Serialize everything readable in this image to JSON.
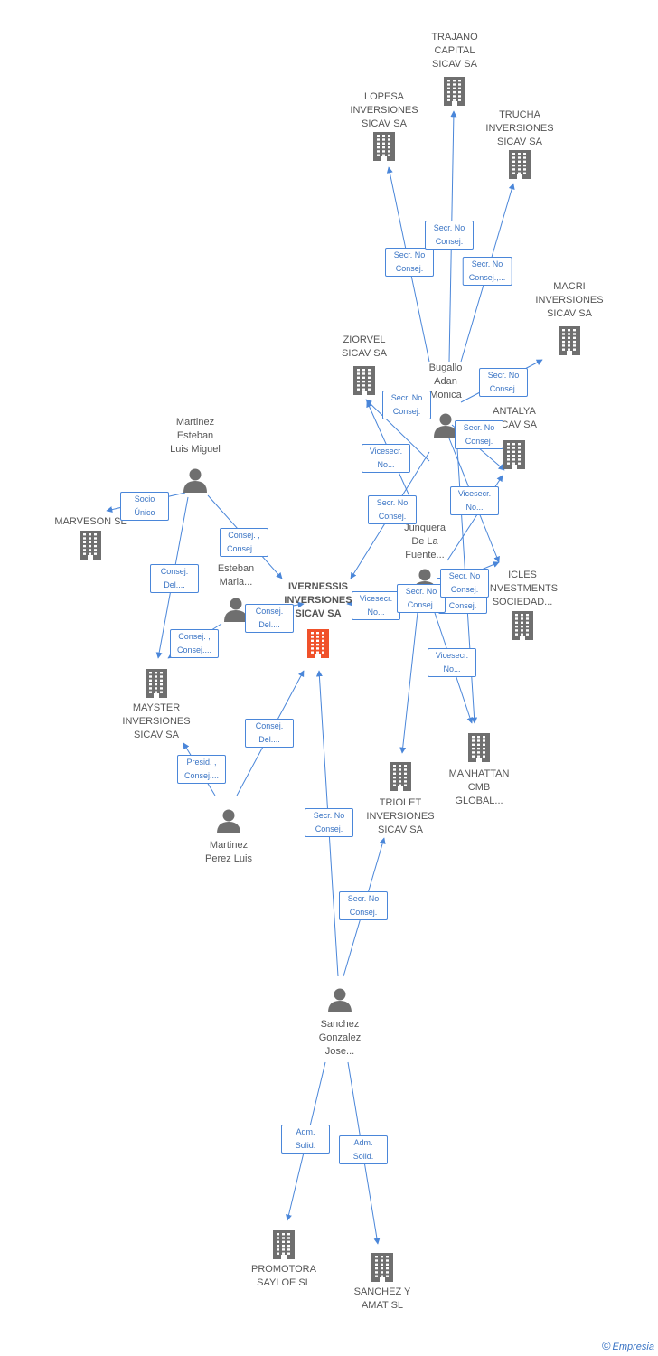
{
  "colors": {
    "edge": "#4a86d9",
    "node": "#6f6f6f",
    "focus": "#f0512a"
  },
  "nodes": [
    {
      "id": "trajano",
      "label": "TRAJANO\nCAPITAL\nSICAV SA",
      "type": "company-icon"
    },
    {
      "id": "lopesa",
      "label": "LOPESA\nINVERSIONES\nSICAV SA",
      "type": "company-icon"
    },
    {
      "id": "trucha",
      "label": "TRUCHA\nINVERSIONES\nSICAV SA",
      "type": "company-icon"
    },
    {
      "id": "macri",
      "label": "MACRI\nINVERSIONES\nSICAV SA",
      "type": "company-icon"
    },
    {
      "id": "ziorvel",
      "label": "ZIORVEL\nSICAV SA",
      "type": "company-icon"
    },
    {
      "id": "bugallo",
      "label": "Bugallo\nAdan\nMonica",
      "type": "person-icon"
    },
    {
      "id": "antalya",
      "label": "ANTALYA\nSICAV SA",
      "type": "company-icon"
    },
    {
      "id": "martinez_esteban",
      "label": "Martinez\nEsteban\nLuis Miguel",
      "type": "person-icon"
    },
    {
      "id": "marveson",
      "label": "MARVESON SL",
      "type": "company-icon"
    },
    {
      "id": "junquera",
      "label": "Junquera\nDe La\nFuente...",
      "type": "person-icon"
    },
    {
      "id": "esteban_maria",
      "label": "Esteban\nMaria...",
      "type": "person-icon"
    },
    {
      "id": "ivernessis",
      "label": "IVERNESSIS\nINVERSIONES\nSICAV SA",
      "type": "focus-company-icon"
    },
    {
      "id": "icles",
      "label": "ICLES\nINVESTMENTS\nSOCIEDAD...",
      "type": "company-icon"
    },
    {
      "id": "mayster",
      "label": "MAYSTER\nINVERSIONES\nSICAV SA",
      "type": "company-icon"
    },
    {
      "id": "manhattan",
      "label": "MANHATTAN\nCMB\nGLOBAL...",
      "type": "company-icon"
    },
    {
      "id": "triolet",
      "label": "TRIOLET\nINVERSIONES\nSICAV SA",
      "type": "company-icon"
    },
    {
      "id": "martinez_perez",
      "label": "Martinez\nPerez Luis",
      "type": "person-icon"
    },
    {
      "id": "sanchez",
      "label": "Sanchez\nGonzalez\nJose...",
      "type": "person-icon"
    },
    {
      "id": "promotora",
      "label": "PROMOTORA\nSAYLOE SL",
      "type": "company-icon"
    },
    {
      "id": "sanchez_amat",
      "label": "SANCHEZ Y\nAMAT SL",
      "type": "company-icon"
    }
  ],
  "edges": [
    {
      "from": "bugallo",
      "to": "lopesa",
      "label": "Secr. No\nConsej."
    },
    {
      "from": "bugallo",
      "to": "trajano",
      "label": "Secr. No\nConsej."
    },
    {
      "from": "bugallo",
      "to": "trucha",
      "label": "Secr. No\nConsej.,..."
    },
    {
      "from": "bugallo",
      "to": "macri",
      "label": "Secr. No\nConsej."
    },
    {
      "from": "bugallo",
      "to": "ziorvel",
      "label": "Secr. No\nConsej."
    },
    {
      "from": "bugallo",
      "to": "antalya",
      "label": "Secr. No\nConsej."
    },
    {
      "from": "bugallo",
      "to": "ivernessis",
      "label": "Secr. No\nConsej."
    },
    {
      "from": "bugallo",
      "to": "icles",
      "label": "Secr. No\nConsej."
    },
    {
      "from": "bugallo",
      "to": "manhattan",
      "label": "Secr. No\nConsej."
    },
    {
      "from": "junquera",
      "to": "ziorvel",
      "label": "Vicesecr.\nNo..."
    },
    {
      "from": "junquera",
      "to": "antalya",
      "label": "Vicesecr.\nNo..."
    },
    {
      "from": "junquera",
      "to": "ivernessis",
      "label": "Vicesecr.\nNo..."
    },
    {
      "from": "junquera",
      "to": "manhattan",
      "label": "Vicesecr.\nNo..."
    },
    {
      "from": "junquera",
      "to": "triolet",
      "label": "Secr. No\nConsej."
    },
    {
      "from": "junquera",
      "to": "icles",
      "label": "Secr. No\nConsej."
    },
    {
      "from": "martinez_esteban",
      "to": "marveson",
      "label": "Socio\nÚnico"
    },
    {
      "from": "martinez_esteban",
      "to": "mayster",
      "label": "Consej.\nDel...."
    },
    {
      "from": "martinez_esteban",
      "to": "ivernessis",
      "label": "Consej. ,\nConsej...."
    },
    {
      "from": "esteban_maria",
      "to": "mayster",
      "label": "Consej. ,\nConsej...."
    },
    {
      "from": "esteban_maria",
      "to": "ivernessis",
      "label": "Consej.\nDel...."
    },
    {
      "from": "martinez_perez",
      "to": "mayster",
      "label": "Presid. ,\nConsej...."
    },
    {
      "from": "martinez_perez",
      "to": "ivernessis",
      "label": "Consej.\nDel...."
    },
    {
      "from": "sanchez",
      "to": "ivernessis",
      "label": "Secr. No\nConsej."
    },
    {
      "from": "sanchez",
      "to": "triolet",
      "label": "Secr. No\nConsej."
    },
    {
      "from": "sanchez",
      "to": "promotora",
      "label": "Adm.\nSolid."
    },
    {
      "from": "sanchez",
      "to": "sanchez_amat",
      "label": "Adm.\nSolid."
    }
  ],
  "footer": {
    "copyright": "©",
    "brand": "Empresia"
  }
}
